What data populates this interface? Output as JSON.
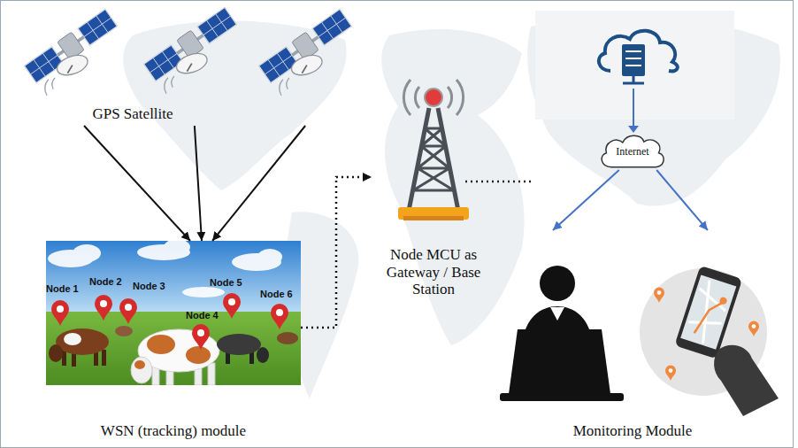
{
  "diagram": {
    "nodes": [
      {
        "text": [
          "GPS Satellite"
        ]
      },
      {
        "text": [
          "WSN (tracking) module"
        ]
      },
      {
        "text": [
          "Node MCU as Gateway / Base Station"
        ]
      },
      {
        "text": [
          "Internet"
        ]
      },
      {
        "text": [
          "Monitoring Module"
        ]
      }
    ],
    "edges": [
      {
        "from": 0,
        "to": 1,
        "arrow": "to"
      },
      {
        "from": 0,
        "to": 1,
        "arrow": "to"
      },
      {
        "from": 0,
        "to": 1,
        "arrow": "to"
      },
      {
        "from": 1,
        "to": 2,
        "arrow": "to"
      },
      {
        "from": 3,
        "to": 4,
        "arrow": "to"
      },
      {
        "from": 3,
        "to": 4,
        "arrow": "to"
      }
    ],
    "labels": [
      "Node 1",
      "Node 2",
      "Node 3",
      "Node 4",
      "Node 5",
      "Node 6"
    ]
  }
}
